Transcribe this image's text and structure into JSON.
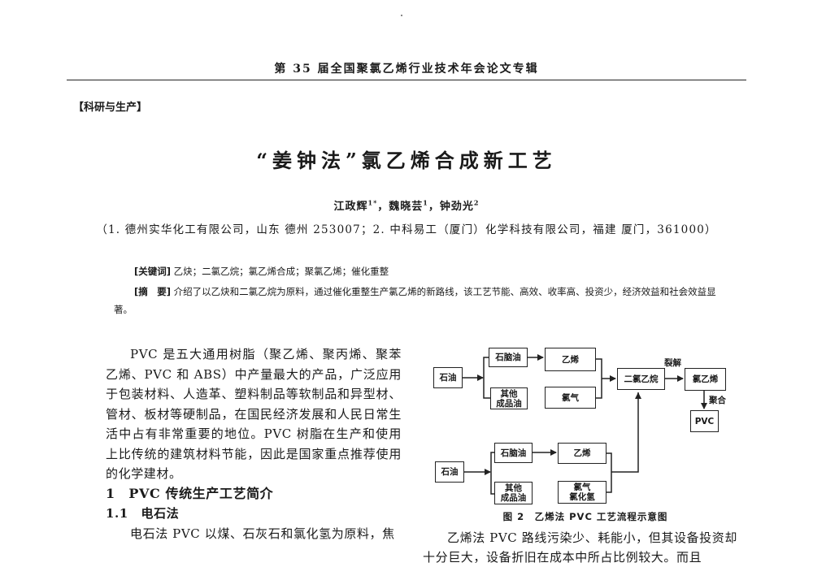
{
  "running_head": "第 35 届全国聚氯乙烯行业技术年会论文专辑",
  "column_tag": "【科研与生产】",
  "title": "“姜钟法”氯乙烯合成新工艺",
  "authors": {
    "a1": "江政辉",
    "a1_sup": "1*",
    "sep1": "，",
    "a2": "魏晓芸",
    "a2_sup": "1",
    "sep2": "，",
    "a3": "钟劲光",
    "a3_sup": "2"
  },
  "affiliations": "（1. 德州实华化工有限公司，山东 德州 253007；2. 中科易工（厦门）化学科技有限公司，福建 厦门，361000）",
  "keywords": {
    "label": "[关键词]",
    "text": " 乙炔；二氯乙烷；氯乙烯合成；聚氯乙烯；催化重整"
  },
  "abstract": {
    "label": "[摘　要]",
    "text": " 介绍了以乙炔和二氯乙烷为原料，通过催化重整生产氯乙烯的新路线，该工艺节能、高效、收率高、投资少，经济效益和社会效益显著。"
  },
  "body_left": {
    "para1": "PVC 是五大通用树脂（聚乙烯、聚丙烯、聚苯乙烯、PVC 和 ABS）中产量最大的产品，广泛应用于包装材料、人造革、塑料制品等软制品和异型材、管材、板材等硬制品，在国民经济发展和人民日常生活中占有非常重要的地位。PVC 树脂在生产和使用上比传统的建筑材料节能，因此是国家重点推荐使用的化学建材。",
    "h1": "1　PVC 传统生产工艺简介",
    "h2": "1.1　电石法",
    "para2": "电石法 PVC 以煤、石灰石和氯化氢为原料，焦"
  },
  "diagram": {
    "top": {
      "crude": "石油",
      "naphtha": "石脑油",
      "other_oil_1": "其他",
      "other_oil_2": "成品油",
      "ethylene": "乙烯",
      "chlorine": "氯气"
    },
    "bottom": {
      "crude": "石油",
      "naphtha": "石脑油",
      "other_oil_1": "其他",
      "other_oil_2": "成品油",
      "ethylene": "乙烯",
      "chlorine_1": "氯气",
      "chlorine_2": "氯化氢"
    },
    "edc": "二氯乙烷",
    "cracking": "裂解",
    "vcm": "氯乙烯",
    "polymerization": "聚合",
    "pvc": "PVC"
  },
  "figure_caption": "图 2　乙烯法 PVC 工艺流程示意图",
  "body_right": {
    "para1": "乙烯法 PVC 路线污染少、耗能小，但其设备投资却十分巨大，设备折旧在成本中所占比例较大。而且"
  }
}
